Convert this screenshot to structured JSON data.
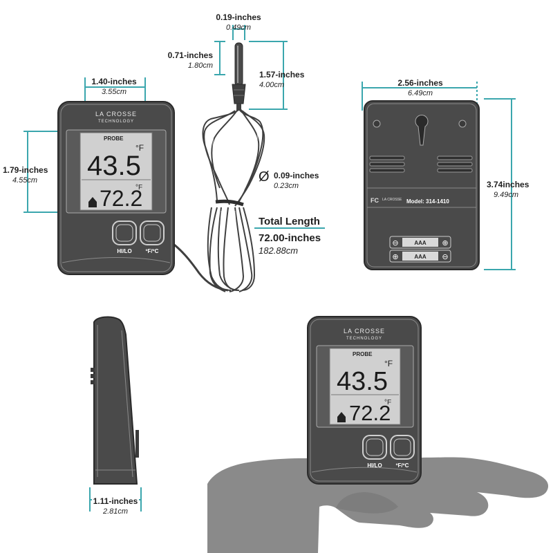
{
  "brand": {
    "line1": "LA CROSSE",
    "line2": "TECHNOLOGY"
  },
  "display": {
    "probe_label": "PROBE",
    "probe_temp": "43.5",
    "probe_unit": "°F",
    "indoor_temp": "72.2",
    "indoor_unit": "°F"
  },
  "buttons": {
    "hilo": "HI/LO",
    "unit": "ºF/ºC"
  },
  "back": {
    "model": "Model: 314-1410",
    "battery": "AAA"
  },
  "dimensions": {
    "probe_tip": {
      "inches": "0.19-inches",
      "cm": "0.49cm"
    },
    "probe_width": {
      "inches": "0.71-inches",
      "cm": "1.80cm"
    },
    "probe_length": {
      "inches": "1.57-inches",
      "cm": "4.00cm"
    },
    "screen_width": {
      "inches": "1.40-inches",
      "cm": "3.55cm"
    },
    "screen_height": {
      "inches": "1.79-inches",
      "cm": "4.55cm"
    },
    "wire_diameter": {
      "symbol": "Ø",
      "inches": "0.09-inches",
      "cm": "0.23cm"
    },
    "total_length": {
      "title": "Total Length",
      "inches": "72.00-inches",
      "cm": "182.88cm"
    },
    "body_width": {
      "inches": "2.56-inches",
      "cm": "6.49cm"
    },
    "body_height": {
      "inches": "3.74inches",
      "cm": "9.49cm"
    },
    "depth": {
      "inches": "1.11-inches",
      "cm": "2.81cm"
    }
  },
  "colors": {
    "accent": "#3aa6ad",
    "device": "#4a4a4a",
    "lcd": "#cfcfcf",
    "hand": "#8a8a8a"
  }
}
